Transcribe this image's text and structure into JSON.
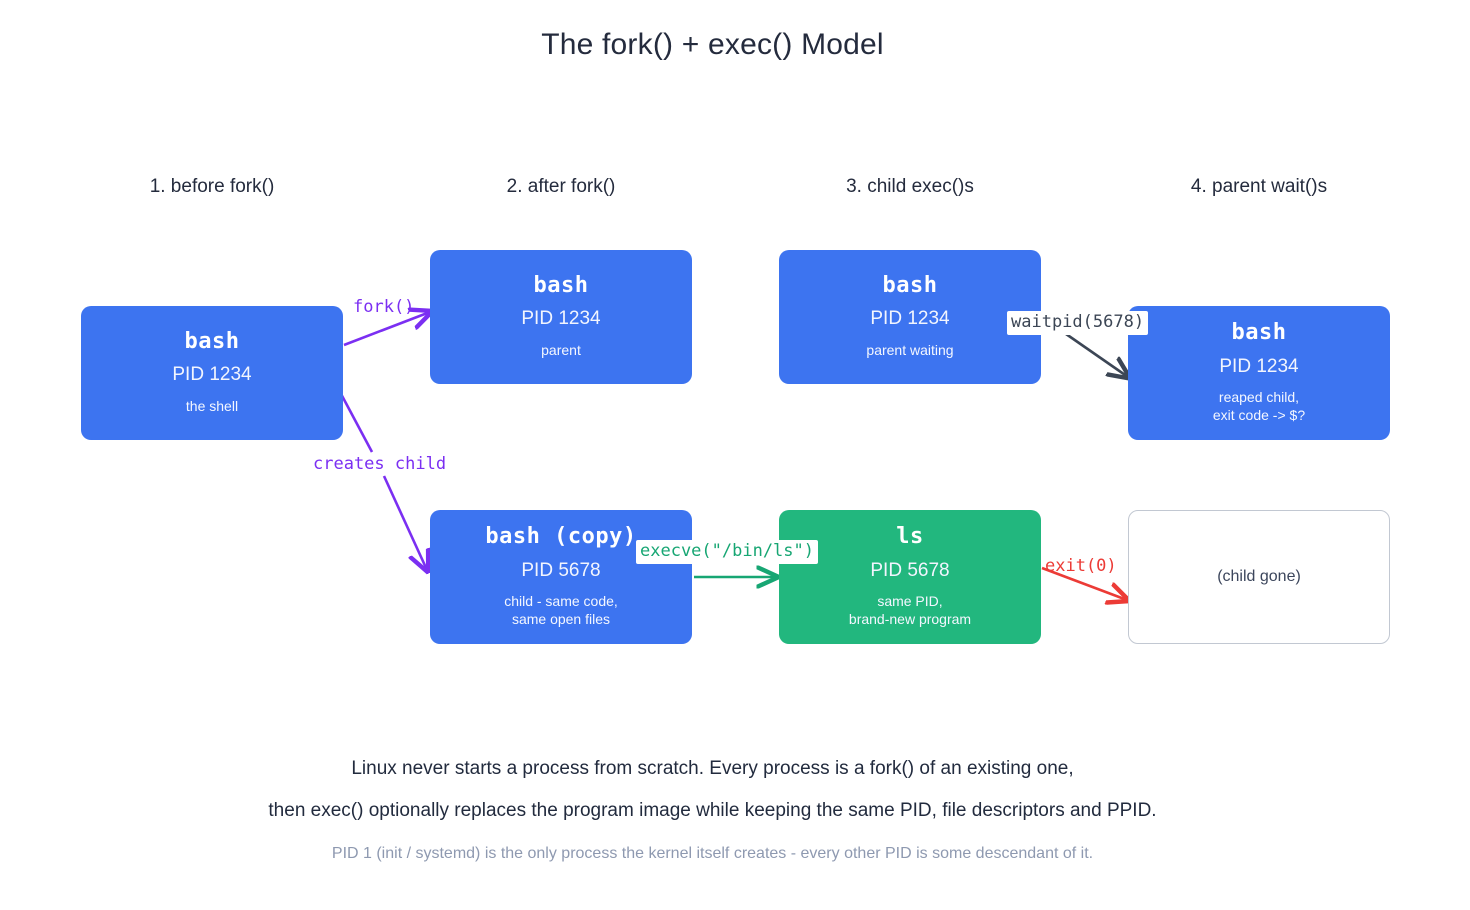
{
  "title": "The fork() + exec() Model",
  "stages": [
    {
      "label": "1. before fork()"
    },
    {
      "label": "2. after fork()"
    },
    {
      "label": "3. child exec()s"
    },
    {
      "label": "4. parent wait()s"
    }
  ],
  "nodes": {
    "shell": {
      "name": "bash",
      "pid": "PID 1234",
      "note": "the shell"
    },
    "parent": {
      "name": "bash",
      "pid": "PID 1234",
      "note": "parent"
    },
    "parent_wait": {
      "name": "bash",
      "pid": "PID 1234",
      "note": "parent waiting"
    },
    "parent_reap": {
      "name": "bash",
      "pid": "PID 1234",
      "note": "reaped child,\nexit code -> $?"
    },
    "child_copy": {
      "name": "bash (copy)",
      "pid": "PID 5678",
      "note": "child - same code,\nsame open files"
    },
    "child_exec": {
      "name": "ls",
      "pid": "PID 5678",
      "note": "same PID,\nbrand-new program"
    },
    "child_gone": {
      "note": "(child gone)"
    }
  },
  "edges": {
    "fork": "fork()",
    "creates_child": "creates child",
    "execve": "execve(\"/bin/ls\")",
    "waitpid": "waitpid(5678)",
    "exit": "exit(0)"
  },
  "footer": {
    "line1": "Linux never starts a process from scratch.  Every process is a fork() of an existing one,",
    "line2": "then exec() optionally replaces the program image while keeping the same PID, file descriptors and PPID.",
    "line3": "PID 1 (init / systemd) is the only process the kernel itself creates - every other PID is some descendant of it."
  },
  "colors": {
    "process_blue": "#3d74f0",
    "exec_green": "#22b77e",
    "fork_purple": "#7b2ff2",
    "exit_red": "#ec3b36",
    "wait_slate": "#3c4655",
    "ink": "#242b3d",
    "muted": "#8e99b0"
  }
}
